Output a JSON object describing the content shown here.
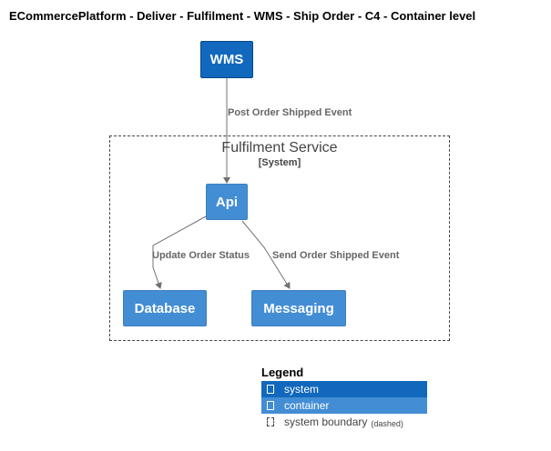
{
  "title": "ECommercePlatform - Deliver - Fulfilment - WMS - Ship Order - C4 - Container level",
  "nodes": {
    "wms": {
      "label": "WMS",
      "kind": "system"
    },
    "api": {
      "label": "Api",
      "kind": "container"
    },
    "database": {
      "label": "Database",
      "kind": "container"
    },
    "messaging": {
      "label": "Messaging",
      "kind": "container"
    }
  },
  "boundary": {
    "name": "Fulfilment Service",
    "type": "[System]"
  },
  "edges": [
    {
      "from": "WMS",
      "to": "Api",
      "label": "Post Order Shipped Event"
    },
    {
      "from": "Api",
      "to": "Database",
      "label": "Update Order Status"
    },
    {
      "from": "Api",
      "to": "Messaging",
      "label": "Send Order Shipped Event"
    }
  ],
  "legend": {
    "title": "Legend",
    "items": [
      {
        "label": "system",
        "note": ""
      },
      {
        "label": "container",
        "note": ""
      },
      {
        "label": "system boundary",
        "note": "(dashed)"
      }
    ]
  },
  "colors": {
    "system": "#1168bd",
    "container": "#438dd5",
    "edge": "#707070",
    "boundary": "#444444"
  }
}
